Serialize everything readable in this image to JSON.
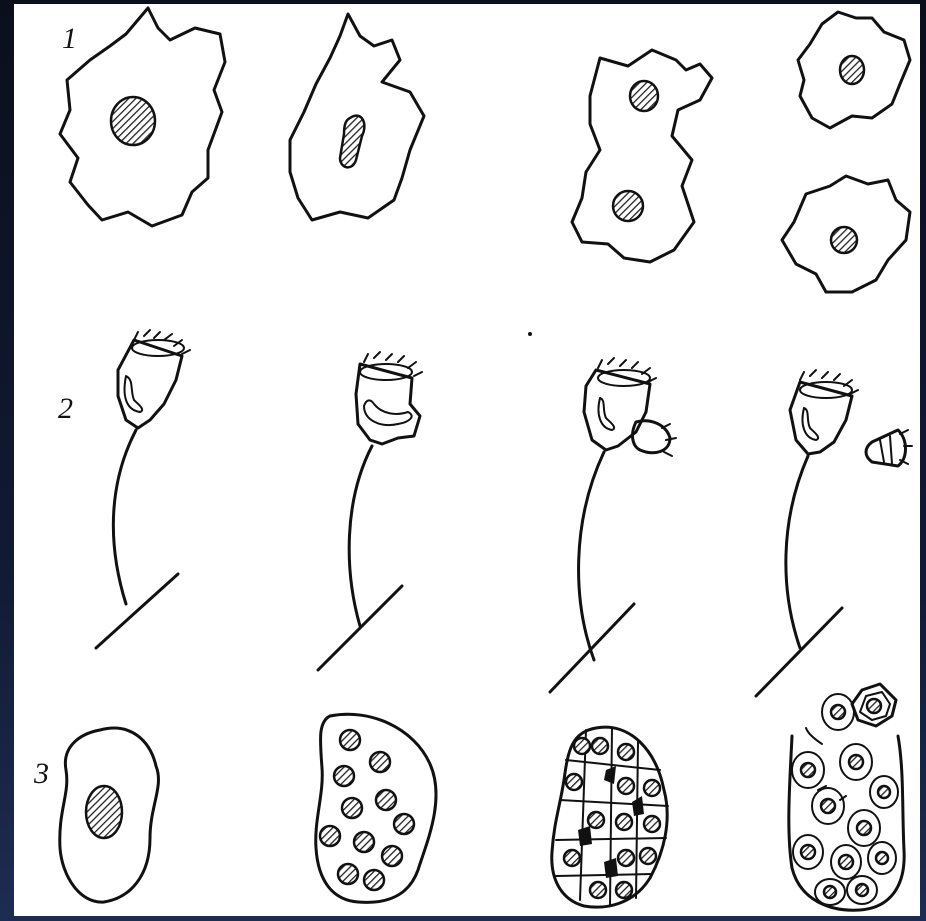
{
  "figure": {
    "row_labels": [
      "1",
      "2",
      "3"
    ]
  }
}
